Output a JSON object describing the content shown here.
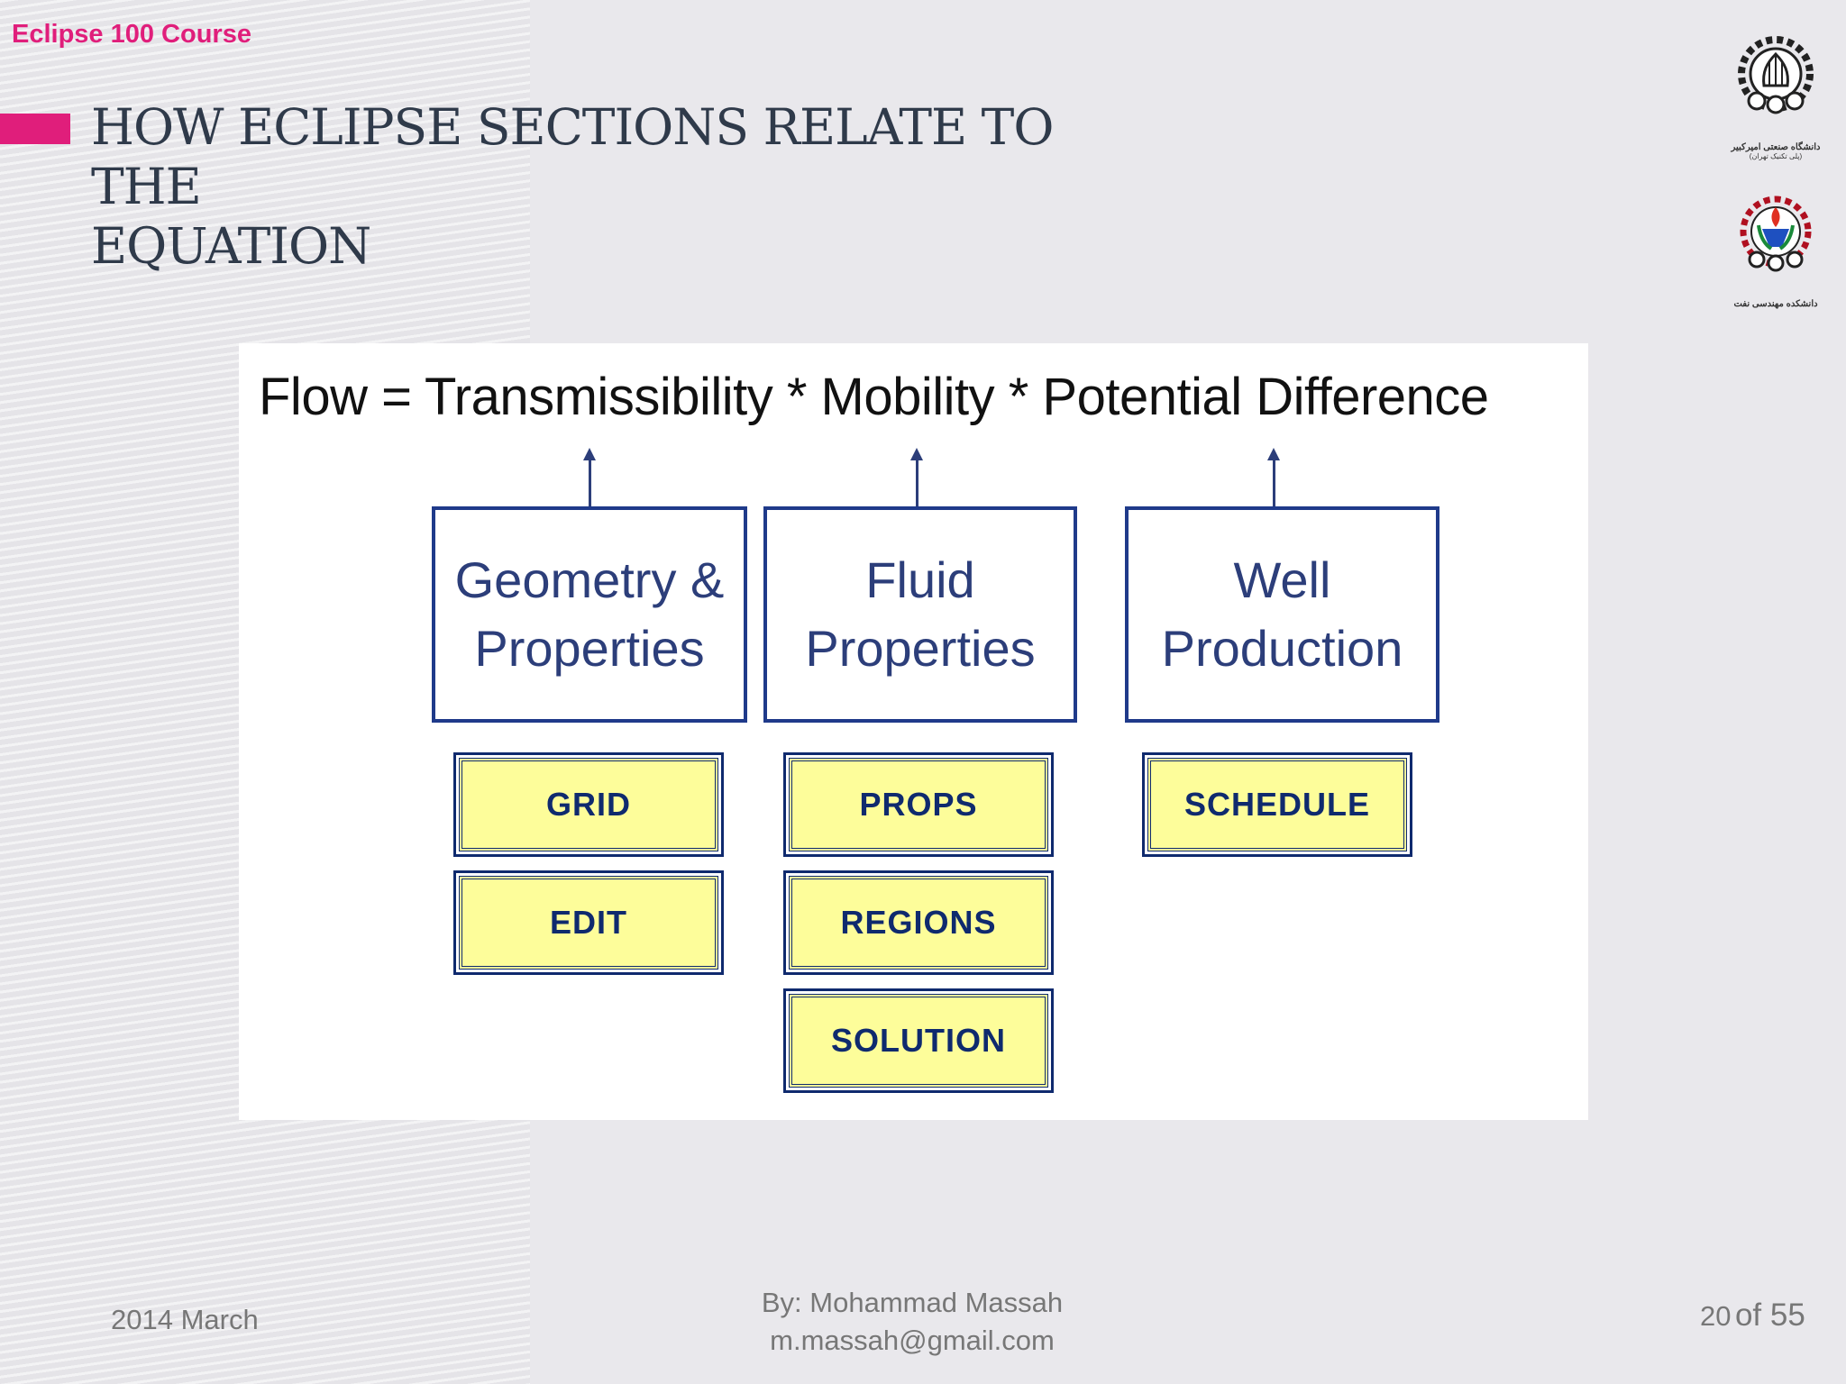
{
  "header": {
    "course_label": "Eclipse 100 Course",
    "title_line1": "HOW ECLIPSE SECTIONS RELATE TO THE",
    "title_line2": "EQUATION",
    "accent_color": "#e01e7b"
  },
  "logos": {
    "university_caption_line1": "دانشگاه صنعتی امیرکبیر",
    "university_caption_line2": "(پلی تکنیک تهران)",
    "faculty_caption": "دانشکده مهندسی نفت"
  },
  "diagram": {
    "equation": "Flow = Transmissibility * Mobility * Potential Difference",
    "categories": [
      {
        "label": "Geometry &\nProperties",
        "keywords": [
          "GRID",
          "EDIT"
        ]
      },
      {
        "label": "Fluid\nProperties",
        "keywords": [
          "PROPS",
          "REGIONS",
          "SOLUTION"
        ]
      },
      {
        "label": "Well\nProduction",
        "keywords": [
          "SCHEDULE"
        ]
      }
    ],
    "box_border_color": "#1f3a8a",
    "keyword_fill_color": "#fdfd9a"
  },
  "footer": {
    "date": "2014 March",
    "author_line1": "By: Mohammad Massah",
    "author_line2": "m.massah@gmail.com",
    "page_number": "20",
    "page_total": "of 55"
  }
}
